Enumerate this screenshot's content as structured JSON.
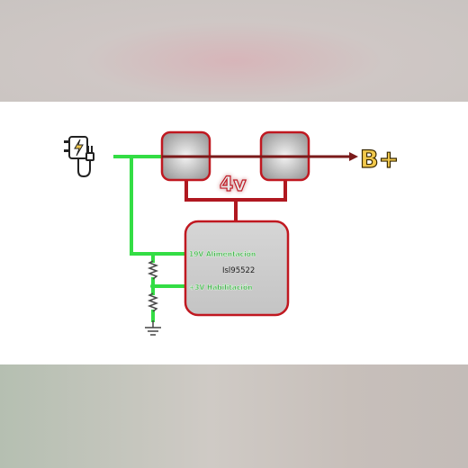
{
  "labels": {
    "battery_output": "B+",
    "voltage": "4v",
    "chip_name": "Isl95522",
    "pin_power": "19V Alimentación",
    "pin_enable": "+3V Habilitación"
  },
  "colors": {
    "power_line": "#33dd44",
    "battery_line": "#b01820",
    "battery_label": "#f2c94c",
    "voltage_label": "#e8e8e8",
    "chip_fill": "#cfcfcf",
    "mosfet_border": "#c01820"
  },
  "icons": {
    "charger": "power-plug-icon",
    "ground": "ground-icon"
  }
}
